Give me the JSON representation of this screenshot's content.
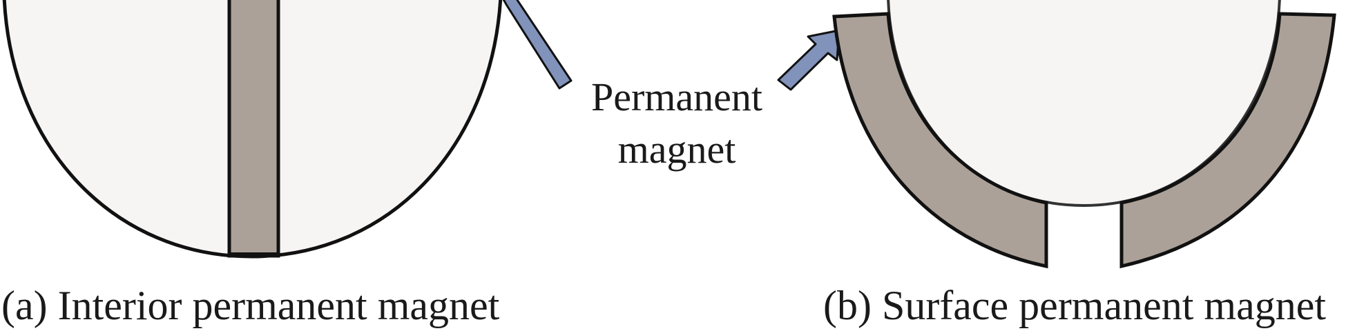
{
  "callout": {
    "line1": "Permanent",
    "line2": "magnet"
  },
  "captions": {
    "a": "(a) Interior permanent magnet",
    "b": "(b) Surface permanent magnet"
  },
  "colors": {
    "rotor_fill": "#f7f4f4",
    "magnet_fill": "#aba198",
    "arrow_fill": "#8192bb",
    "outline": "#111111"
  }
}
